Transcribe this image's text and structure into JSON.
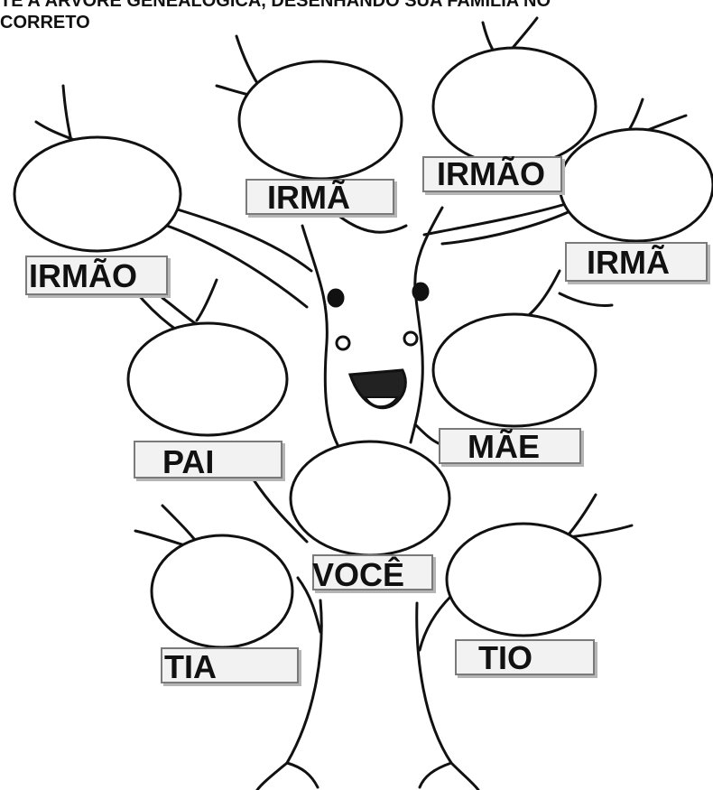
{
  "instructions": {
    "line1": "TE A ÁRVORE GENEALÓGICA, DESENHANDO SUA FAMÍLIA NO",
    "line2": "CORRETO"
  },
  "labels": {
    "irmao_left": "IRMÃO",
    "irma_top": "IRMÃ",
    "irmao_top": "IRMÃO",
    "irma_right": "IRMÃ",
    "pai": "PAI",
    "mae": "MÃE",
    "voce": "VOCÊ",
    "tia": "TIA",
    "tio": "TIO"
  },
  "colors": {
    "line": "#111111",
    "label_fill": "#f2f2f2",
    "label_border": "#7a7a7a"
  }
}
